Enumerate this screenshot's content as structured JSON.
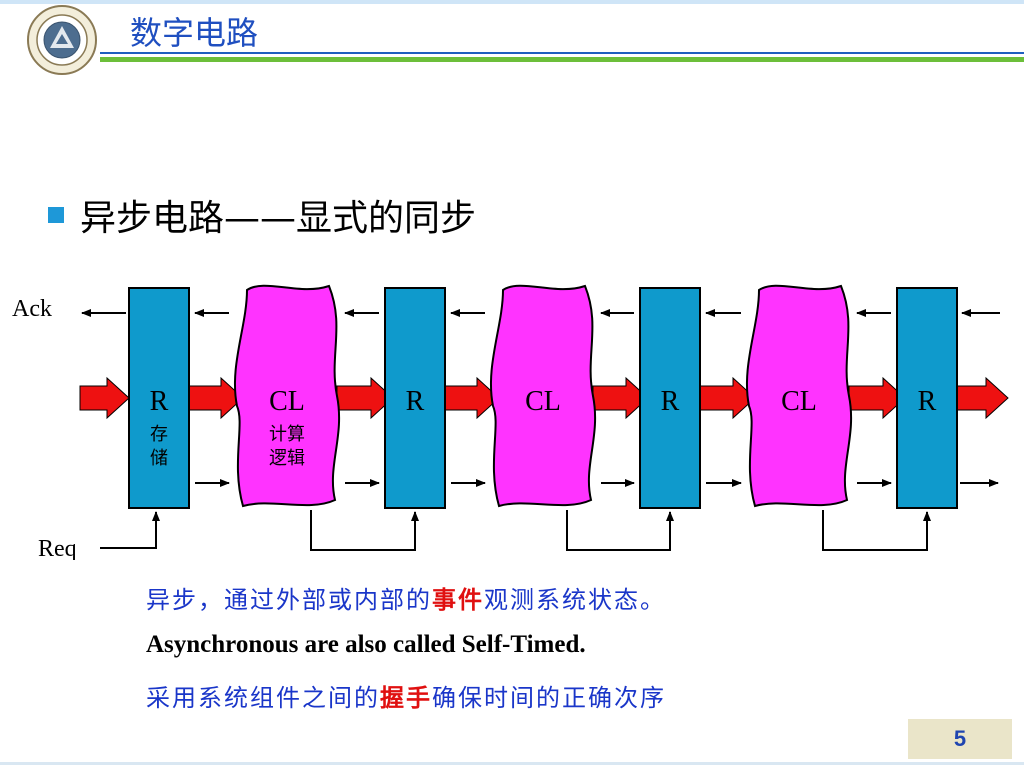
{
  "header": {
    "title": "数字电路"
  },
  "bullet": {
    "text": "异步电路——显式的同步"
  },
  "diagram": {
    "ack_label": "Ack",
    "req_label": "Req",
    "blocks": [
      {
        "type": "register",
        "label": "R",
        "sub": [
          "存",
          "储"
        ]
      },
      {
        "type": "logic",
        "label": "CL",
        "sub": [
          "计算",
          "逻辑"
        ]
      },
      {
        "type": "register",
        "label": "R",
        "sub": []
      },
      {
        "type": "logic",
        "label": "CL",
        "sub": []
      },
      {
        "type": "register",
        "label": "R",
        "sub": []
      },
      {
        "type": "logic",
        "label": "CL",
        "sub": []
      },
      {
        "type": "register",
        "label": "R",
        "sub": []
      }
    ],
    "colors": {
      "register": "#0f9acc",
      "logic": "#ff33ff",
      "arrow": "#ee1111"
    }
  },
  "notes": {
    "line1_pre": "异步，通过外部或内部的",
    "line1_hl": "事件",
    "line1_post": "观测系统状态。",
    "line2": "Asynchronous are also called Self-Timed.",
    "line3_pre": "采用系统组件之间的",
    "line3_hl": "握手",
    "line3_post": "确保时间的正确次序"
  },
  "footer": {
    "page_number": "5"
  }
}
